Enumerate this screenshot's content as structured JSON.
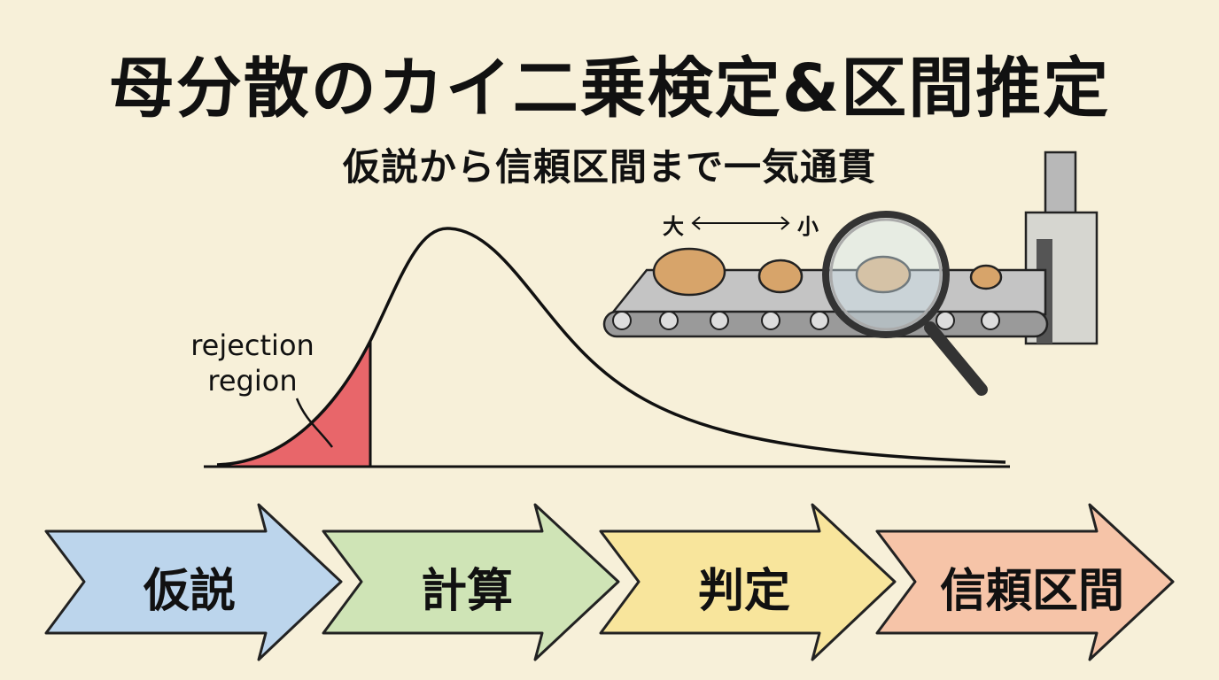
{
  "title": "母分散のカイ二乗検定&区間推定",
  "subtitle": "仮説から信頼区間まで一気通貫",
  "chart": {
    "annotation": "rejection region",
    "annotation_lines": [
      "rejection",
      "region"
    ]
  },
  "illustration": {
    "scale_large": "大",
    "scale_small": "小"
  },
  "steps": [
    {
      "label": "仮説",
      "color": "#bcd5ec"
    },
    {
      "label": "計算",
      "color": "#cfe4b6"
    },
    {
      "label": "判定",
      "color": "#f8e59c"
    },
    {
      "label": "信頼区間",
      "color": "#f6c4a8"
    }
  ],
  "colors": {
    "background": "#f7f0d9",
    "rejection": "#e8666a"
  }
}
